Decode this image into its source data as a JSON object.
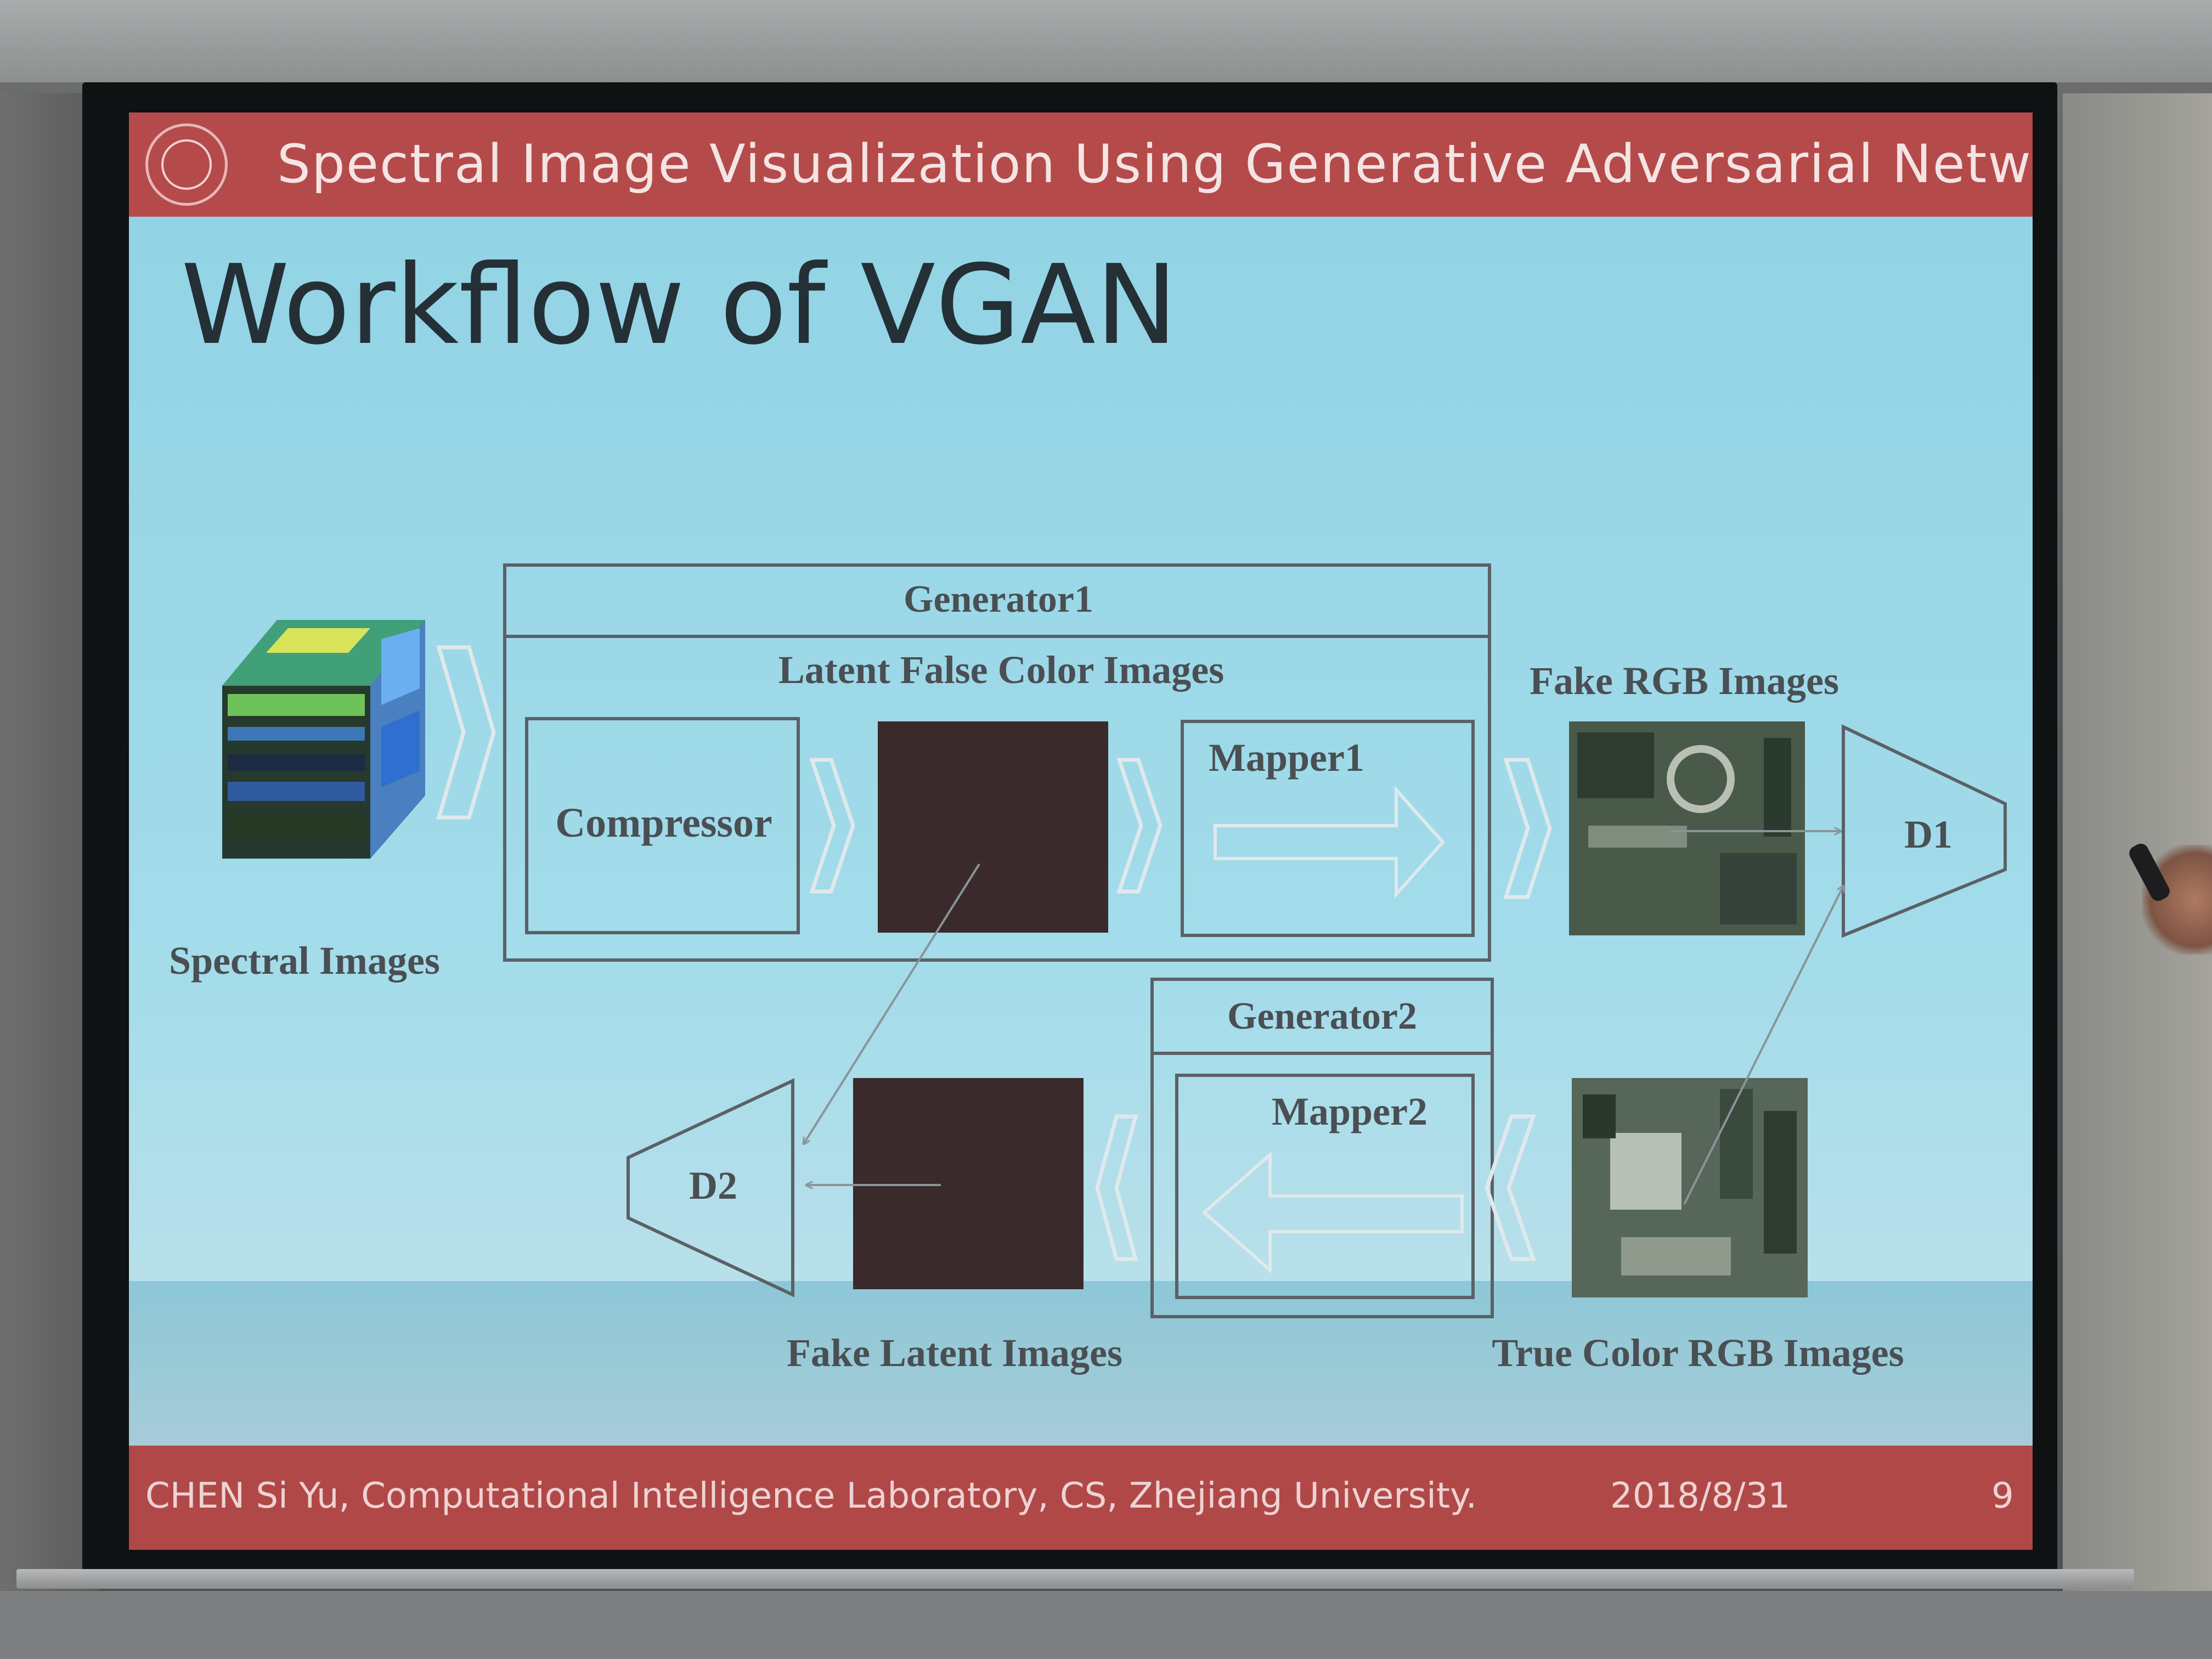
{
  "slide": {
    "header_title": "Spectral Image Visualization Using Generative Adversarial Network",
    "title": "Workflow of VGAN",
    "footer": {
      "author": "CHEN Si Yu, Computational Intelligence Laboratory, CS, Zhejiang University.",
      "date": "2018/8/31",
      "page": "9"
    }
  },
  "diagram": {
    "generator1_label": "Generator1",
    "latent_false_color_label": "Latent False Color Images",
    "compressor_label": "Compressor",
    "mapper1_label": "Mapper1",
    "fake_rgb_label": "Fake RGB Images",
    "d1_label": "D1",
    "spectral_images_label": "Spectral Images",
    "generator2_label": "Generator2",
    "mapper2_label": "Mapper2",
    "d2_label": "D2",
    "fake_latent_label": "Fake Latent Images",
    "true_color_label": "True Color RGB Images"
  },
  "colors": {
    "header_band": "#b54a4a",
    "slide_background": "#8fd2e4",
    "diagram_line": "#5b6166"
  }
}
